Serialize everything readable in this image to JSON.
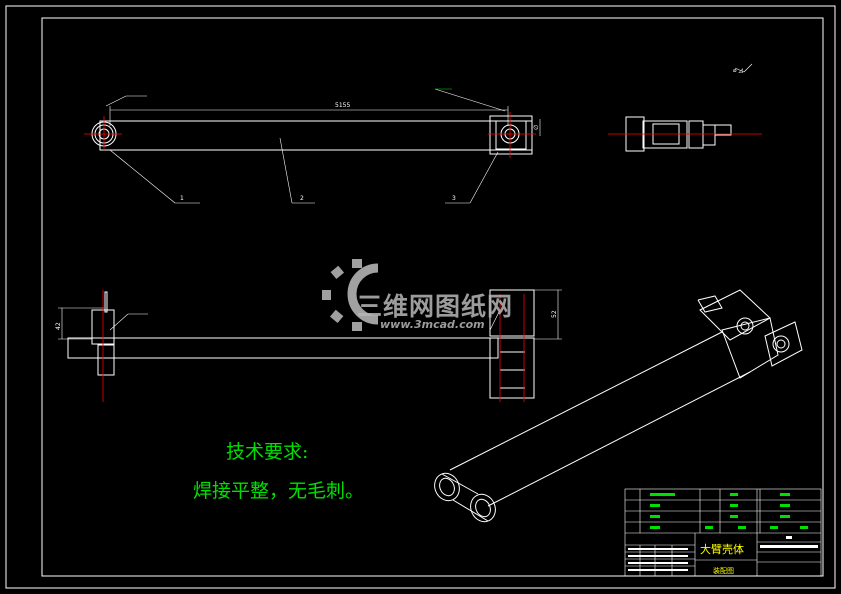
{
  "drawing": {
    "technical_requirements_title": "技术要求:",
    "technical_requirements_text": "焊接平整，无毛刺。",
    "title_block_name": "大臂壳体",
    "title_block_sub": "装配图",
    "balloon_1": "1",
    "balloon_2": "2",
    "balloon_3": "3"
  },
  "watermark": {
    "brand": "三维网图纸网",
    "url": "www.3mcad.com"
  },
  "colors": {
    "background": "#000000",
    "line": "#ffffff",
    "centerline": "#ff0000",
    "text_green": "#00e000",
    "text_yellow": "#ffff00"
  }
}
